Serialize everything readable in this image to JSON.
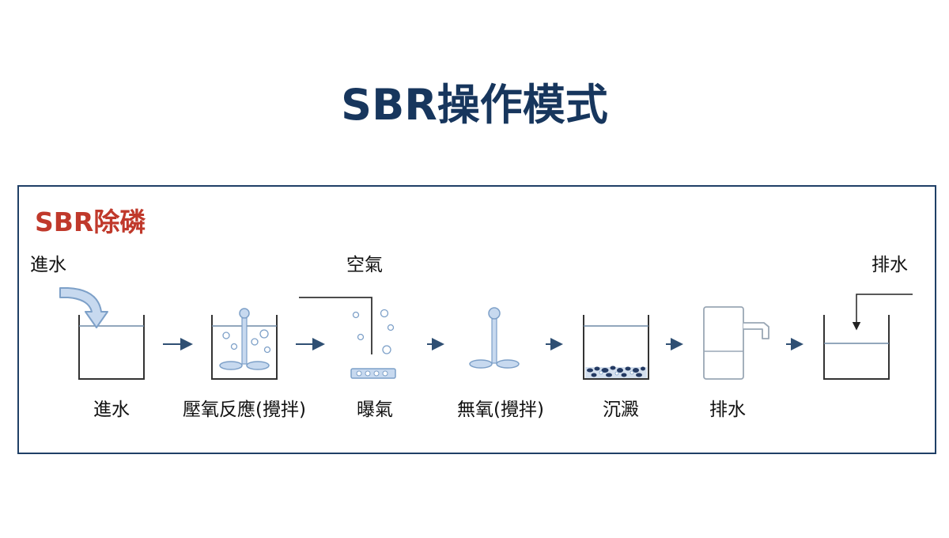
{
  "title": "SBR操作模式",
  "panel": {
    "subtitle": "SBR除磷",
    "top_labels": {
      "inflow": "進水",
      "air": "空氣",
      "discharge": "排水"
    },
    "steps": [
      {
        "label": "進水"
      },
      {
        "label": "壓氧反應(攪拌)"
      },
      {
        "label": "曝氣"
      },
      {
        "label": "無氧(攪拌)"
      },
      {
        "label": "沉澱"
      },
      {
        "label": "排水"
      }
    ]
  },
  "colors": {
    "title": "#17365d",
    "subtitle": "#c0392b",
    "frame": "#1f3f66",
    "tank_line": "#333333",
    "water_line": "#6f8aa6",
    "equipment": "#a8c2e2",
    "arrow": "#2f4f73",
    "sludge": "#243a63"
  },
  "icons": [
    "inflow-arrow",
    "stirrer",
    "air-bubbles",
    "aerator-diffuser",
    "sludge-layer",
    "decant-outlet"
  ]
}
